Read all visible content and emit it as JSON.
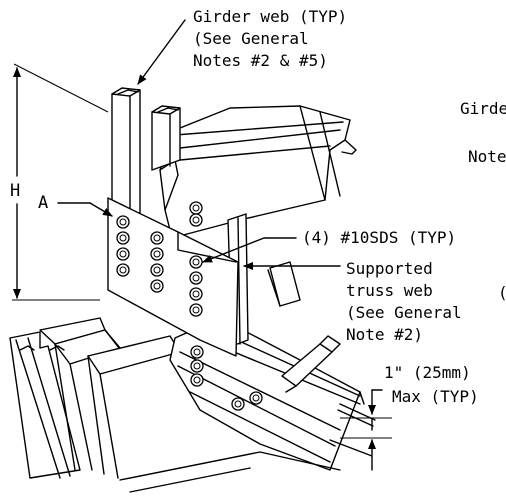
{
  "labels": {
    "girder_web": [
      "Girder web (TYP)",
      "(See General",
      "Notes #2 & #5)"
    ],
    "girder_cut": "Girde",
    "note_cut": "Note",
    "dimension_h": "H",
    "callout_a": "A",
    "screws": "(4) #10SDS (TYP)",
    "supported_web": [
      "Supported",
      "truss web",
      "(See General",
      "Note #2)"
    ],
    "paren_cut": "(",
    "max_gap": [
      "1\" (25mm)",
      "Max (TYP)"
    ]
  }
}
